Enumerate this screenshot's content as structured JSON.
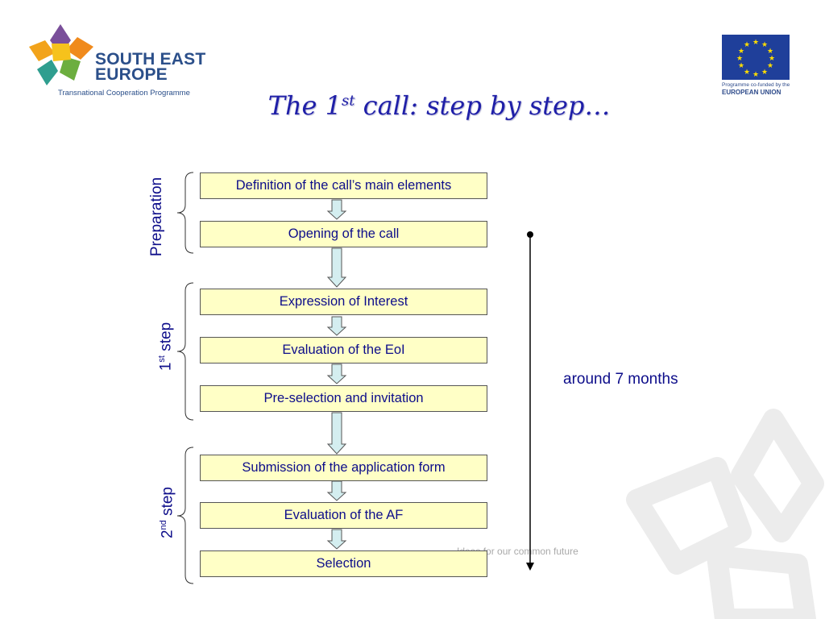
{
  "header": {
    "logo": {
      "line1": "SOUTH EAST",
      "line2": "EUROPE",
      "subtitle": "Transnational Cooperation Programme"
    },
    "eu": {
      "caption_line1": "Programme co-funded by the",
      "caption_line2": "EUROPEAN UNION"
    },
    "title": {
      "pre": "The 1",
      "sup": "st",
      "post": " call: step by step…"
    }
  },
  "phases": [
    {
      "label": "Preparation",
      "sup": "",
      "suffix": ""
    },
    {
      "label": "1",
      "sup": "st",
      "suffix": " step"
    },
    {
      "label": "2",
      "sup": "nd",
      "suffix": " step"
    }
  ],
  "steps": [
    "Definition of the call’s main elements",
    "Opening of the call",
    "Expression of Interest",
    "Evaluation of the EoI",
    "Pre-selection and invitation",
    "Submission of the application form",
    "Evaluation of the AF",
    "Selection"
  ],
  "duration": "around 7 months",
  "watermark_tagline": "Ideas for our common future",
  "colors": {
    "title": "#1f1fa8",
    "text": "#0d0d8a",
    "box_fill": "#ffffc6",
    "arrow_fill": "#d4eef0",
    "eu_blue": "#1f3f9a",
    "eu_star": "#ffdd00"
  }
}
